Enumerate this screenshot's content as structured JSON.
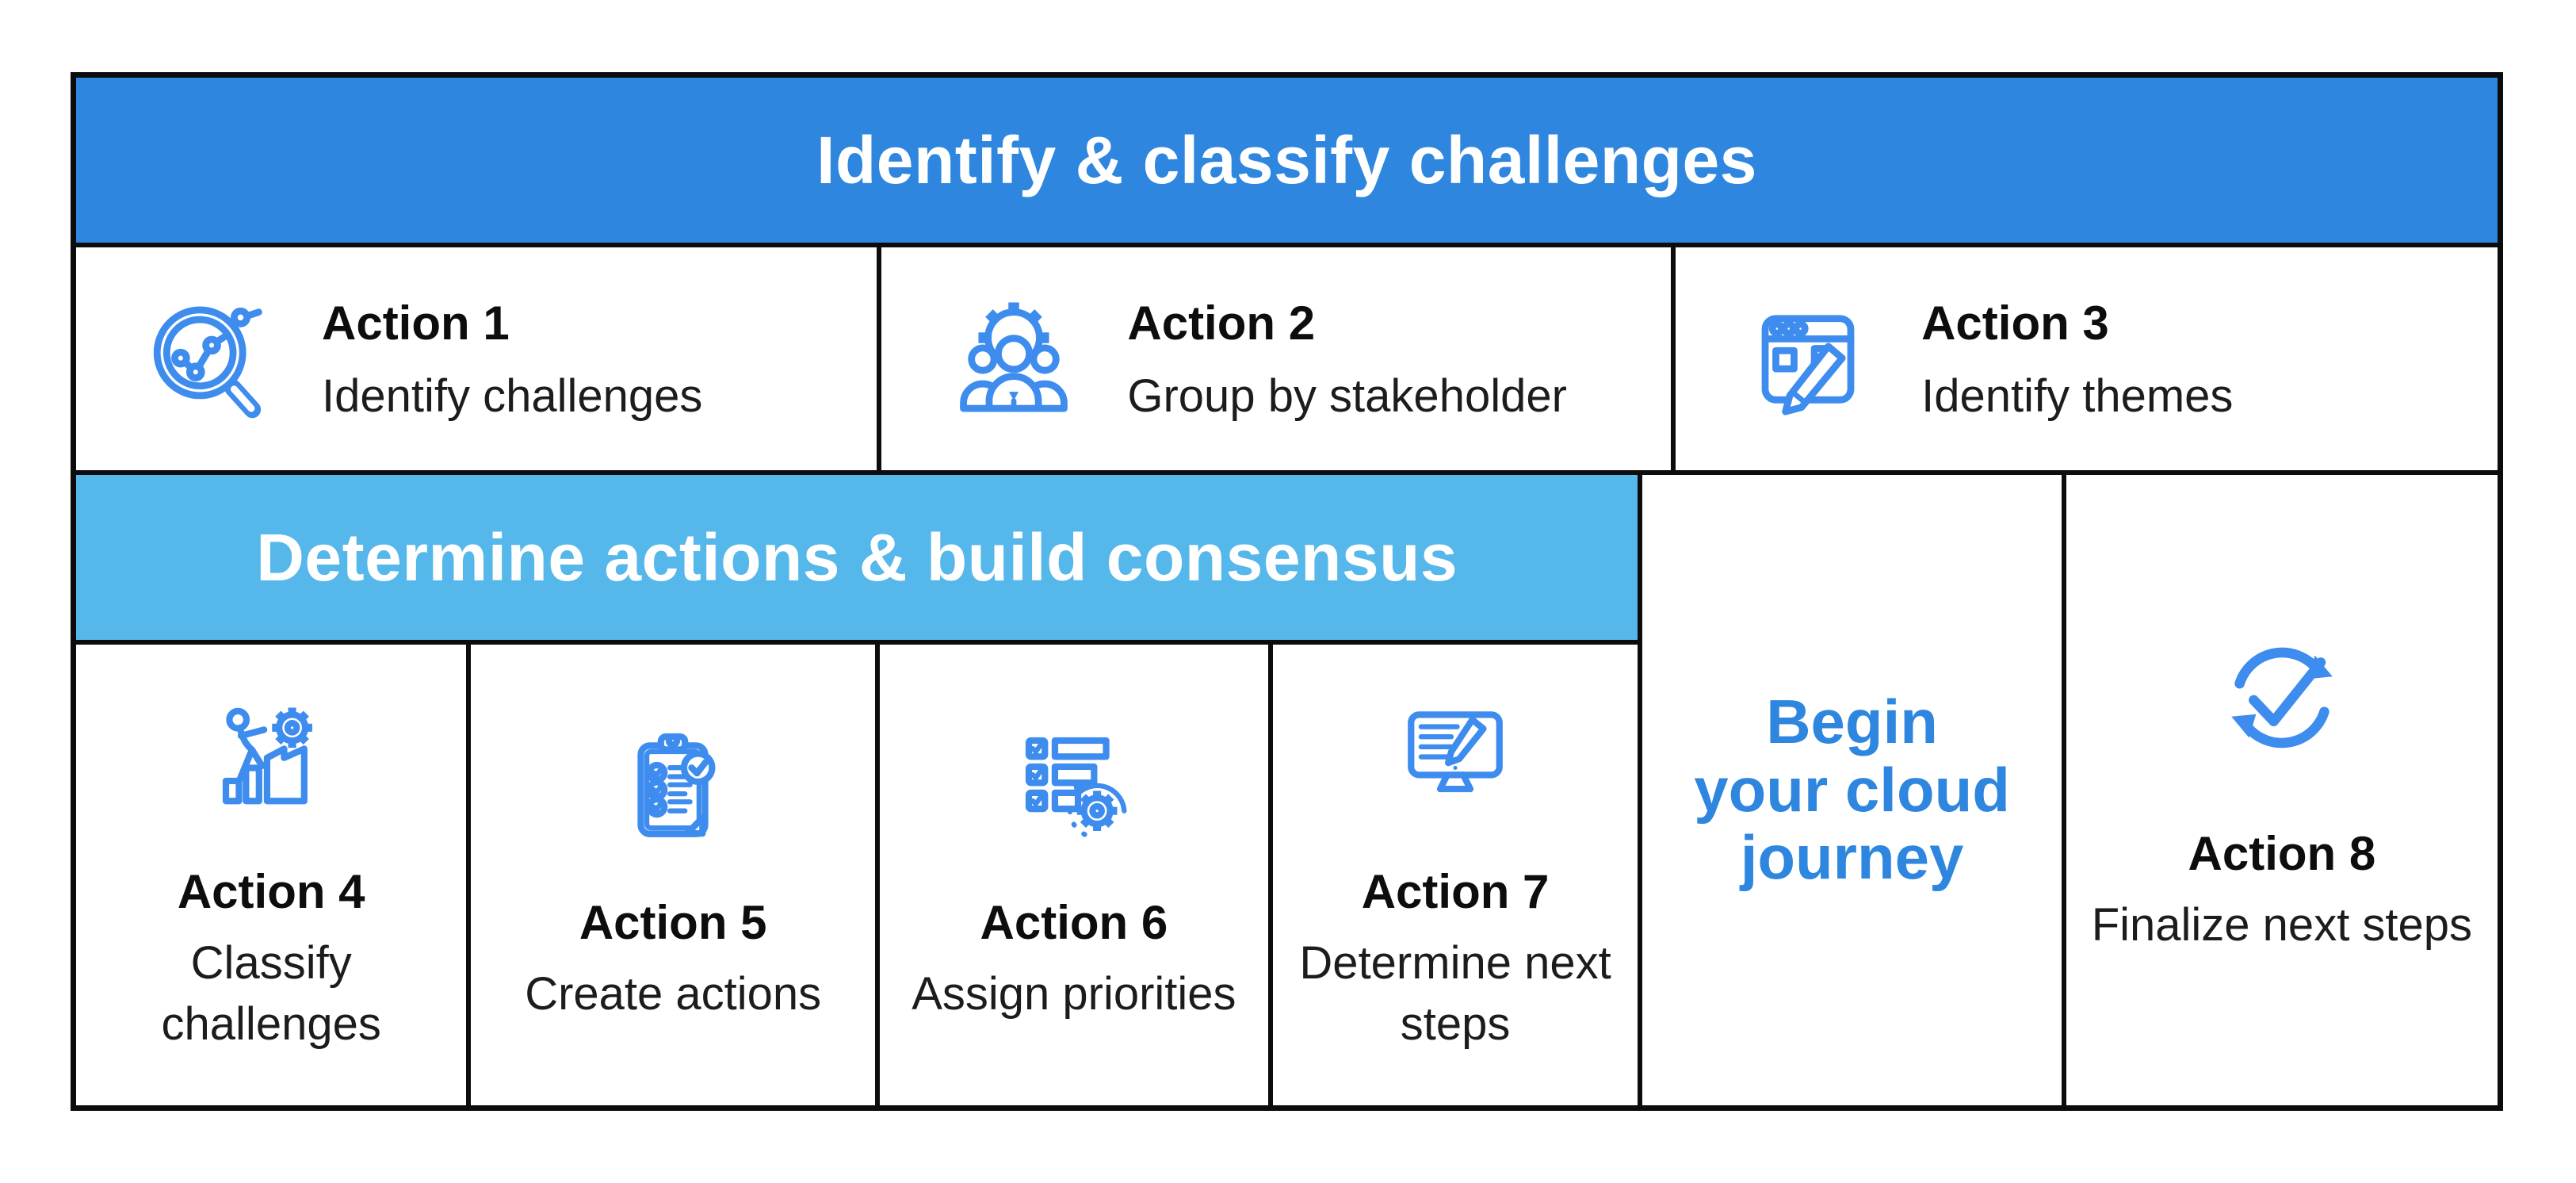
{
  "colors": {
    "banner_primary": "#2E86DE",
    "banner_secondary": "#55B7EA",
    "accent": "#3D8CEE",
    "cta_text": "#2E86DE",
    "grid_line": "#0C0C0C",
    "title_text": "#0D0D0D",
    "body_text": "#1C1C1C",
    "banner_text": "#FFFFFF",
    "cell_bg": "#FFFFFF"
  },
  "banners": {
    "top": {
      "label": "Identify & classify challenges"
    },
    "middle": {
      "label": "Determine actions & build consensus"
    }
  },
  "actions": [
    {
      "title": "Action 1",
      "description": "Identify challenges",
      "icon": "magnifier-analytics-icon"
    },
    {
      "title": "Action 2",
      "description": "Group by stakeholder",
      "icon": "stakeholders-gear-icon"
    },
    {
      "title": "Action 3",
      "description": "Identify themes",
      "icon": "window-pencil-icon"
    },
    {
      "title": "Action 4",
      "description": "Classify challenges",
      "icon": "person-bars-gear-icon"
    },
    {
      "title": "Action 5",
      "description": "Create actions",
      "icon": "clipboard-checklist-icon"
    },
    {
      "title": "Action 6",
      "description": "Assign priorities",
      "icon": "priority-list-gear-icon"
    },
    {
      "title": "Action 7",
      "description": "Determine next steps",
      "icon": "monitor-pencil-icon"
    },
    {
      "title": "Action 8",
      "description": "Finalize next steps",
      "icon": "sync-check-icon"
    }
  ],
  "cta": {
    "label": "Begin your cloud journey",
    "lines": [
      "Begin",
      "your cloud",
      "journey"
    ]
  }
}
